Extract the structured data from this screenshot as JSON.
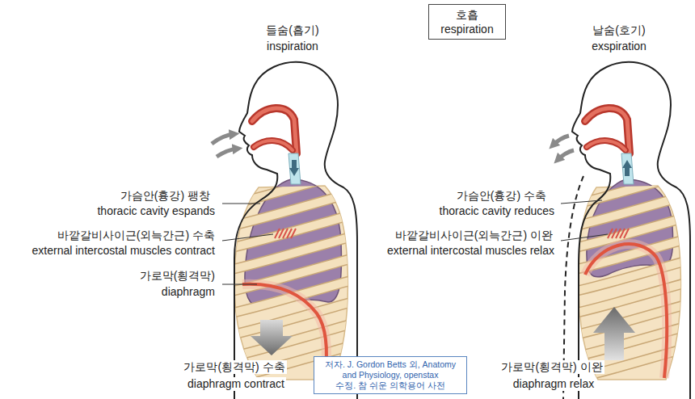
{
  "diagram": {
    "nodes": [
      {
        "text": [
          "호흡",
          "respiration"
        ]
      },
      {
        "text": [
          "저자. J. Gordon Betts 외, Anatomy and Physiology, openstax",
          "수정. 참 쉬운 의학용어 사전"
        ]
      }
    ],
    "labels": [
      "들숨(흡기)",
      "inspiration",
      "날숨(호기)",
      "exspiration",
      "가슴안(흉강) 팽창",
      "thoracic cavity espands",
      "바깥갈비사이근(외늑간근) 수축",
      "external intercostal muscles contract",
      "가로막(횡격막)",
      "diaphragm",
      "가슴안(흉강) 수축",
      "thoracic cavity reduces",
      "바깥갈비사이근(외늑간근) 이완",
      "external intercostal muscles relax",
      "가로막(횡격막) 수축",
      "diaphragm contract",
      "가로막(횡격막) 이완",
      "diaphragm relax"
    ]
  }
}
